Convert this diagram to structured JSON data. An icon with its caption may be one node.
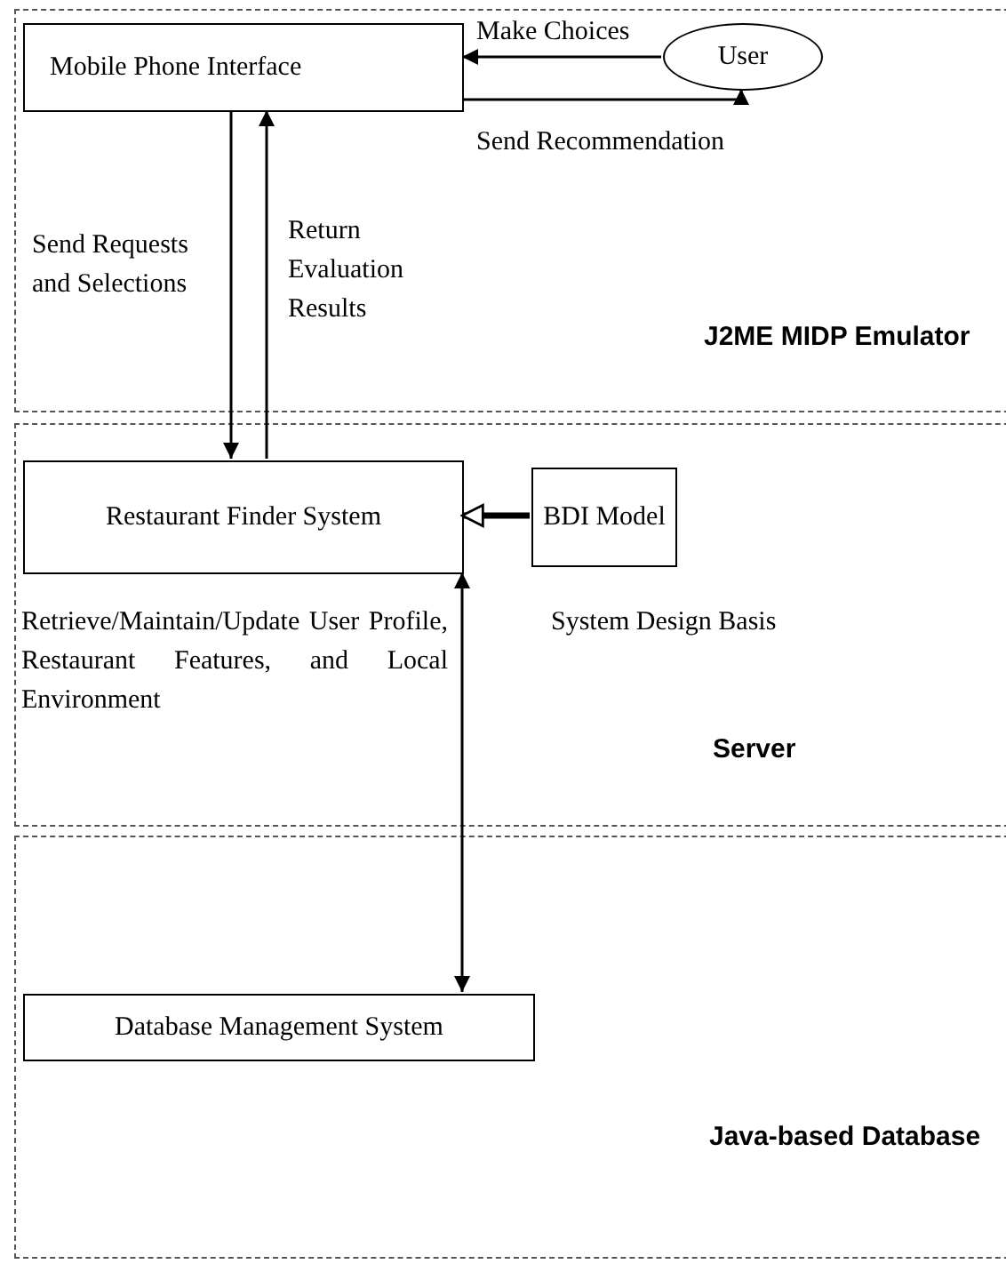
{
  "diagram": {
    "nodes": [
      {
        "text": [
          "J2ME MIDP Emulator"
        ]
      },
      {
        "text": [
          "Mobile Phone Interface"
        ],
        "in": 0
      },
      {
        "text": [
          "User"
        ],
        "in": 0
      },
      {
        "text": [
          "Server"
        ]
      },
      {
        "text": [
          "Restaurant Finder System"
        ],
        "in": 3
      },
      {
        "text": [
          "BDI Model"
        ],
        "in": 3,
        "beside": [
          "System Design Basis"
        ]
      },
      {
        "text": [
          "Java-based Database"
        ]
      },
      {
        "text": [
          "Database Management System"
        ],
        "in": 6
      }
    ],
    "edges": [
      {
        "from": 2,
        "to": 1,
        "arrow": "to",
        "label": "Make Choices"
      },
      {
        "from": 1,
        "to": 2,
        "arrow": "to",
        "label": "Send Recommendation"
      },
      {
        "from": 1,
        "to": 4,
        "arrow": "to",
        "label": "Send Requests and Selections"
      },
      {
        "from": 4,
        "to": 1,
        "arrow": "to",
        "label": "Return Evaluation Results"
      },
      {
        "from": 5,
        "to": 4,
        "arrow": "to",
        "style": "thick"
      },
      {
        "from": 4,
        "to": 7,
        "arrow": "both",
        "label": "Retrieve/Maintain/Update User Profile, Restaurant Features, and Local Environment"
      }
    ]
  }
}
